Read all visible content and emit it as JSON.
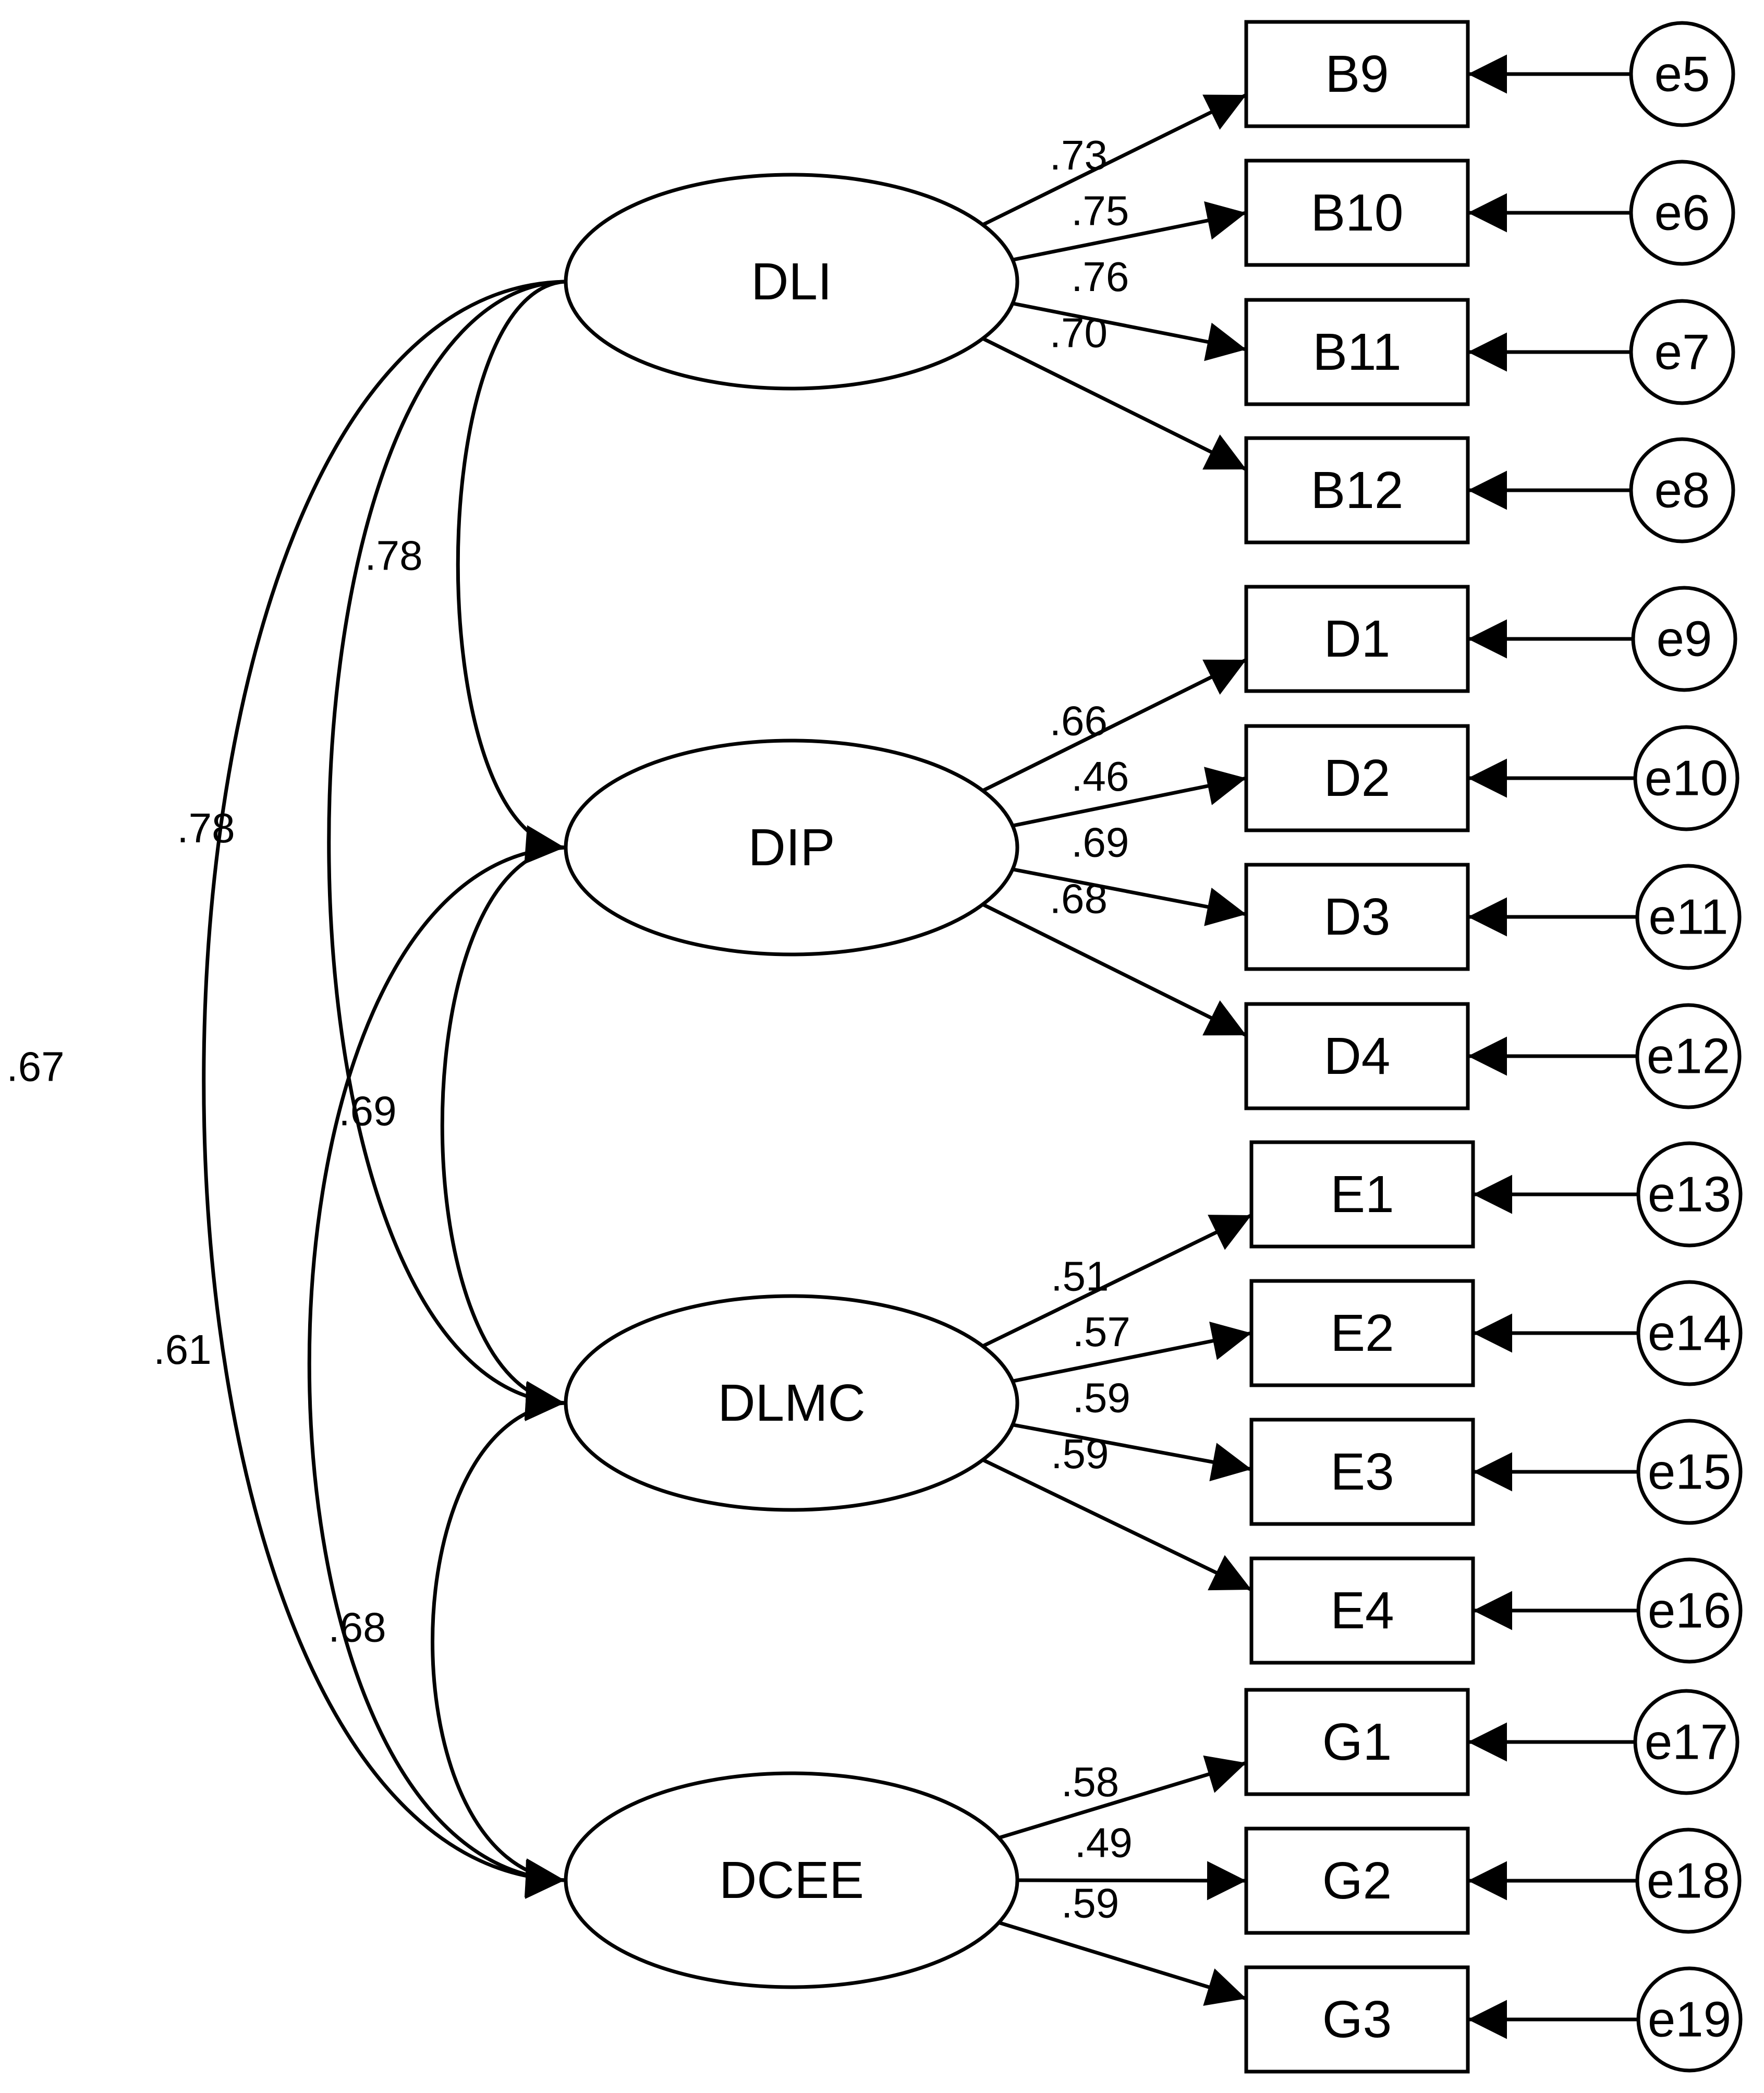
{
  "latents": [
    {
      "id": "DLI",
      "label": "DLI"
    },
    {
      "id": "DIP",
      "label": "DIP"
    },
    {
      "id": "DLMC",
      "label": "DLMC"
    },
    {
      "id": "DCEE",
      "label": "DCEE"
    }
  ],
  "indicators": [
    {
      "label": "B9",
      "factor": "DLI",
      "loading": ".73",
      "error": "e5"
    },
    {
      "label": "B10",
      "factor": "DLI",
      "loading": ".75",
      "error": "e6"
    },
    {
      "label": "B11",
      "factor": "DLI",
      "loading": ".76",
      "error": "e7"
    },
    {
      "label": "B12",
      "factor": "DLI",
      "loading": ".70",
      "error": "e8"
    },
    {
      "label": "D1",
      "factor": "DIP",
      "loading": ".66",
      "error": "e9"
    },
    {
      "label": "D2",
      "factor": "DIP",
      "loading": ".46",
      "error": "e10"
    },
    {
      "label": "D3",
      "factor": "DIP",
      "loading": ".69",
      "error": "e11"
    },
    {
      "label": "D4",
      "factor": "DIP",
      "loading": ".68",
      "error": "e12"
    },
    {
      "label": "E1",
      "factor": "DLMC",
      "loading": ".51",
      "error": "e13"
    },
    {
      "label": "E2",
      "factor": "DLMC",
      "loading": ".57",
      "error": "e14"
    },
    {
      "label": "E3",
      "factor": "DLMC",
      "loading": ".59",
      "error": "e15"
    },
    {
      "label": "E4",
      "factor": "DLMC",
      "loading": ".59",
      "error": "e16"
    },
    {
      "label": "G1",
      "factor": "DCEE",
      "loading": ".58",
      "error": "e17"
    },
    {
      "label": "G2",
      "factor": "DCEE",
      "loading": ".49",
      "error": "e18"
    },
    {
      "label": "G3",
      "factor": "DCEE",
      "loading": ".59",
      "error": "e19"
    }
  ],
  "correlations": [
    {
      "from": "DLI",
      "to": "DIP",
      "value": ".78"
    },
    {
      "from": "DLI",
      "to": "DLMC",
      "value": ".78"
    },
    {
      "from": "DLI",
      "to": "DCEE",
      "value": ".67"
    },
    {
      "from": "DIP",
      "to": "DLMC",
      "value": ".69"
    },
    {
      "from": "DIP",
      "to": "DCEE",
      "value": ".61"
    },
    {
      "from": "DLMC",
      "to": "DCEE",
      "value": ".68"
    }
  ]
}
